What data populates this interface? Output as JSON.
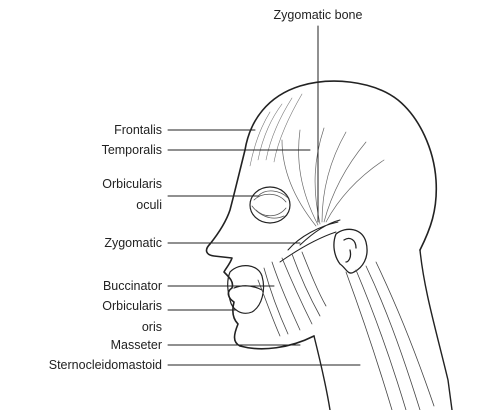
{
  "labels": {
    "zygomatic_bone": "Zygomatic bone",
    "frontalis": "Frontalis",
    "temporalis": "Temporalis",
    "orbicularis_oculi_1": "Orbicularis",
    "orbicularis_oculi_2": "oculi",
    "zygomatic": "Zygomatic",
    "buccinator": "Buccinator",
    "orbicularis_oris_1": "Orbicularis",
    "orbicularis_oris_2": "oris",
    "masseter": "Masseter",
    "sternocleidomastoid": "Sternocleidomastoid"
  }
}
